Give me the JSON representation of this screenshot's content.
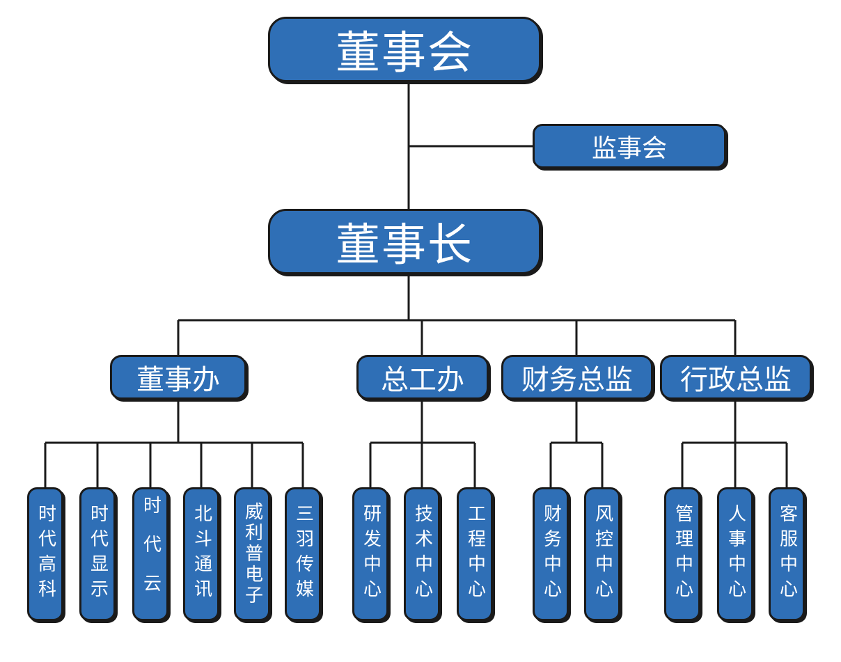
{
  "board": "董事会",
  "supervisory_board": "监事会",
  "chairman": "董事长",
  "divisions": [
    {
      "label": "董事办",
      "units": [
        "时代高科",
        "时代显示",
        "时代云",
        "北斗通讯",
        "威利普电子",
        "三羽传媒"
      ]
    },
    {
      "label": "总工办",
      "units": [
        "研发中心",
        "技术中心",
        "工程中心"
      ]
    },
    {
      "label": "财务总监",
      "units": [
        "财务中心",
        "风控中心"
      ]
    },
    {
      "label": "行政总监",
      "units": [
        "管理中心",
        "人事中心",
        "客服中心"
      ]
    }
  ],
  "colors": {
    "box_fill": "#2f6fb6",
    "border": "#1a1a1a",
    "text": "#ffffff"
  }
}
